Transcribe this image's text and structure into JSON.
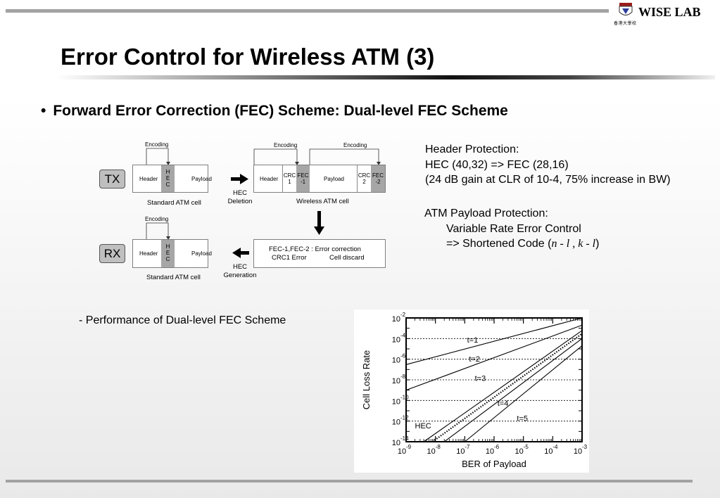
{
  "header": {
    "logo_cn": "香港大學校",
    "lab_name": "WISE LAB"
  },
  "title": "Error Control for Wireless ATM (3)",
  "bullet": {
    "marker": "•",
    "text": "Forward Error Correction (FEC) Scheme: Dual-level FEC Scheme"
  },
  "diagram": {
    "tx_label": "TX",
    "rx_label": "RX",
    "encoding": "Encoding",
    "header": "Header",
    "payload": "Payload",
    "hec_letters": [
      "H",
      "E",
      "C"
    ],
    "crc1": [
      "CRC",
      "1"
    ],
    "fec1": [
      "FEC",
      "-1"
    ],
    "crc2": [
      "CRC",
      "2"
    ],
    "fec2": [
      "FEC",
      "-2"
    ],
    "standard_cell": "Standard ATM cell",
    "wireless_cell": "Wireless ATM cell",
    "hec_deletion": [
      "HEC",
      "Deletion"
    ],
    "hec_generation": [
      "HEC",
      "Generation"
    ],
    "decode_line1": "FEC-1,FEC-2 : Error correction",
    "decode_line2a": "CRC1 Error",
    "decode_line2b": "Cell discard"
  },
  "notes": {
    "header_title": "Header Protection:",
    "header_line1": "HEC (40,32)  => FEC (28,16)",
    "header_line2": "(24 dB gain at CLR of 10-4, 75% increase in BW)",
    "payload_title": "ATM Payload Protection:",
    "payload_line1": "Variable Rate Error Control",
    "payload_line2": "=>  Shortened Code (",
    "payload_formula": "n - l , k - l",
    "payload_close": ")"
  },
  "sub_bullet": "-  Performance of Dual-level FEC Scheme",
  "chart_data": {
    "type": "line",
    "xlabel": "BER of Payload",
    "ylabel": "Cell Loss Rate",
    "x_log_scale": true,
    "y_log_scale": true,
    "xlim": [
      1e-09,
      0.001
    ],
    "ylim": [
      1e-14,
      0.01
    ],
    "x_ticks": [
      "-9",
      "-8",
      "-7",
      "-6",
      "-5",
      "-4",
      "-3"
    ],
    "y_ticks": [
      "-2",
      "-4",
      "-6",
      "-8",
      "-10",
      "-12",
      "-14"
    ],
    "tick_base": "10",
    "grid": "horizontal dotted",
    "series": [
      {
        "name": "t=1",
        "style": "solid",
        "x": [
          1e-09,
          0.001
        ],
        "y": [
          3e-07,
          0.01
        ]
      },
      {
        "name": "t=2",
        "style": "solid",
        "x": [
          1e-09,
          0.001
        ],
        "y": [
          1e-09,
          0.002
        ]
      },
      {
        "name": "t=3",
        "style": "solid",
        "x": [
          4e-09,
          0.001
        ],
        "y": [
          1e-14,
          0.0006
        ]
      },
      {
        "name": "t=4",
        "style": "solid",
        "x": [
          2e-08,
          0.001
        ],
        "y": [
          1e-14,
          0.0001
        ]
      },
      {
        "name": "t=5",
        "style": "solid",
        "x": [
          1e-07,
          0.001
        ],
        "y": [
          1e-14,
          2e-05
        ]
      },
      {
        "name": "HEC",
        "style": "dotted",
        "x": [
          8e-09,
          0.001
        ],
        "y": [
          1e-14,
          0.0003
        ]
      }
    ]
  }
}
